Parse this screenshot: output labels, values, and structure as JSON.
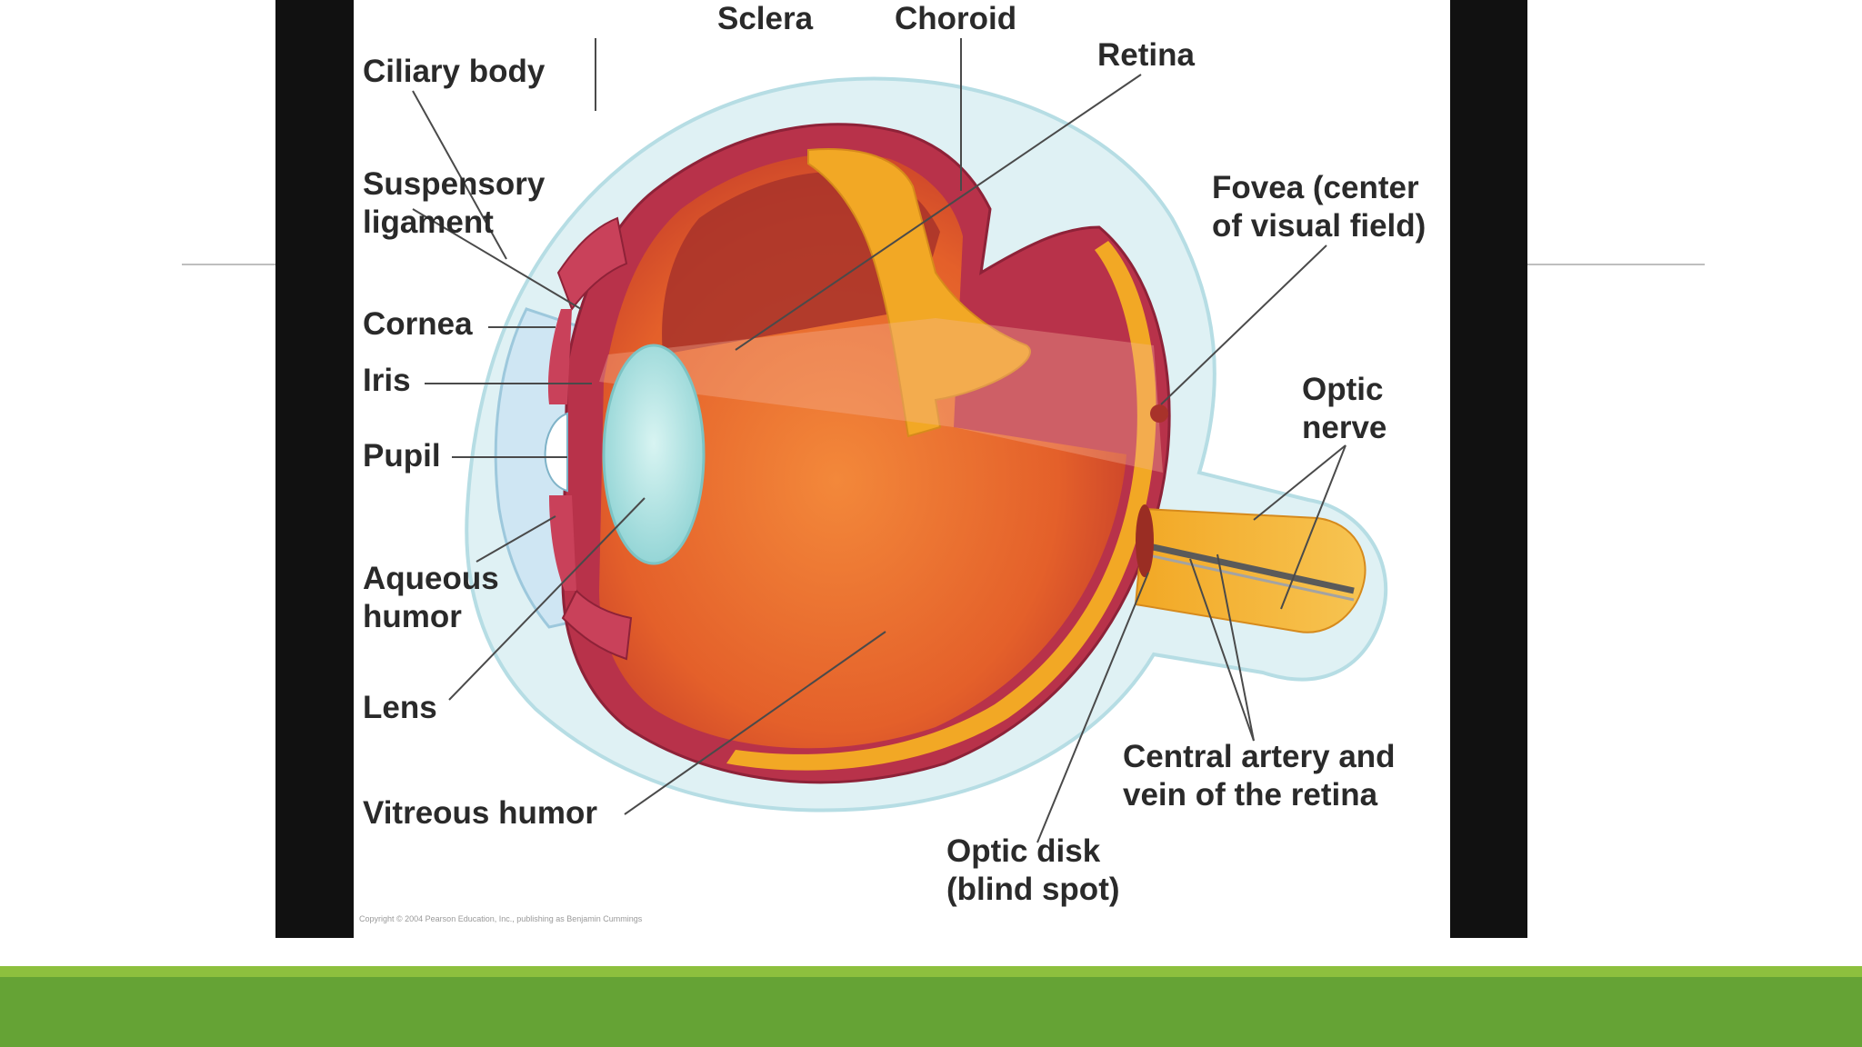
{
  "diagram": {
    "labels": {
      "sclera": "Sclera",
      "choroid": "Choroid",
      "retina": "Retina",
      "ciliary_body": "Ciliary body",
      "suspensory_ligament": "Suspensory\nligament",
      "cornea": "Cornea",
      "iris": "Iris",
      "pupil": "Pupil",
      "aqueous_humor": "Aqueous\nhumor",
      "lens": "Lens",
      "vitreous_humor": "Vitreous humor",
      "fovea": "Fovea (center\nof visual field)",
      "optic_nerve": "Optic\nnerve",
      "central_artery": "Central artery and\nvein of the retina",
      "optic_disk": "Optic disk\n(blind spot)"
    },
    "copyright": "Copyright © 2004 Pearson Education, Inc., publishing as Benjamin Cummings"
  },
  "colors": {
    "sclera": "#cfe9ef",
    "choroid": "#b8324a",
    "retina": "#f2a825",
    "vitreous": "#e8692e",
    "lens": "#aee4e4",
    "frame": "#111111",
    "band_light": "#8dc03e",
    "band": "#65a335"
  }
}
